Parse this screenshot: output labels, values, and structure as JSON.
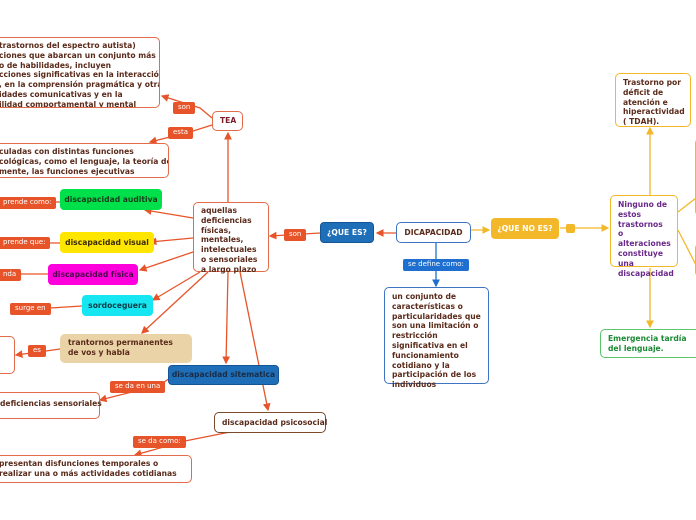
{
  "center": {
    "title": "DICAPACIDAD"
  },
  "queEs": {
    "label": "¿QUE ES?"
  },
  "queNoEs": {
    "label": "¿QUE NO ES?"
  },
  "links": {
    "son": "son",
    "seDefineComo": "se define como:",
    "sonTea": "son",
    "esta": "esta",
    "comprendeComo": "prende como:",
    "comprendeQue": "prende que:",
    "nda": "nda",
    "surgeEn": "surge en",
    "es": "es",
    "seDaEnUna": "se da en una",
    "seDaComo": "se da como:"
  },
  "definition": {
    "text": "un conjunto de características o particularidades que son una limitación o restricción significativa en el funcionamiento cotidiano y la participación de los individuos"
  },
  "aquellas": {
    "text": "aquellas deficiencias físicas, mentales, intelectuales o sensoriales a largo plazo"
  },
  "tea": {
    "label": "TEA",
    "definitionLines": [
      "trastornos del espectro autista)",
      "ciones que abarcan un conjunto más",
      "o de habilidades, incluyen",
      "cciones significativas en la interacción",
      ", en la comprensión pragmática y otras",
      "idades comunicativas y en la",
      "ilidad comportamental y mental"
    ],
    "relatedLines": [
      "culadas con distintas funciones",
      "cológicas, como el lenguaje, la teoría de",
      "mente, las funciones ejecutivas"
    ]
  },
  "types": {
    "auditiva": "discapacidad auditiva",
    "visual": "discapacidad visual",
    "fisica": "discapacidad física",
    "sordoceguera": "sordoceguera",
    "trastornos": "trantornos permanentes de vos y habla",
    "sistematica": "discapacidad sitematica",
    "sensoriales": "deficiencias sensoriales",
    "psicosocial": "discapacidad psicosocial",
    "psicosocialDefLines": [
      "presentan disfunciones temporales o",
      "realizar una o más actividades cotidianas"
    ]
  },
  "noEs": {
    "main": "Ninguno de estos trastornos o alteraciones constituye una discapacidad",
    "tdah": "Trastorno por déficit de atención e hiperactividad ( TDAH).",
    "lenguaje": "Emergencia tardía del lenguaje."
  },
  "colors": {
    "orange": "#e46b49",
    "blue": "#1f6fd1",
    "yellow": "#f2b829",
    "green": "#5cc46a"
  }
}
